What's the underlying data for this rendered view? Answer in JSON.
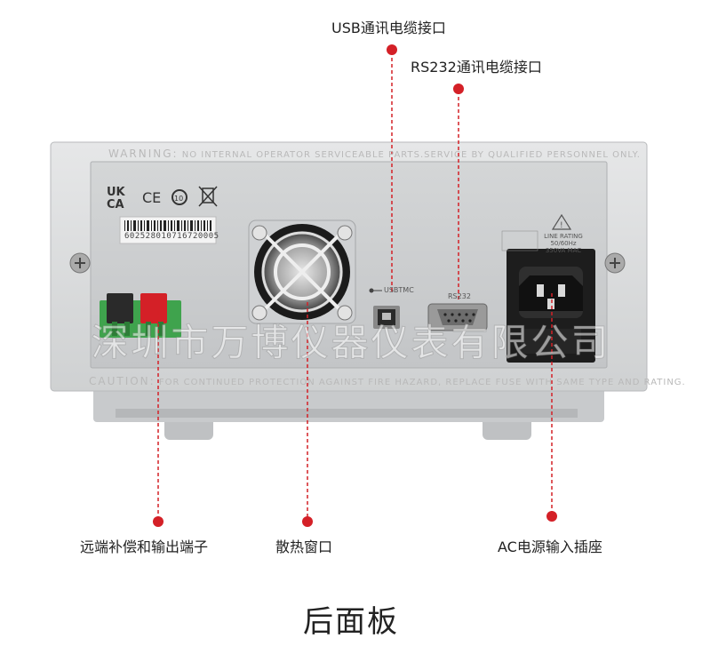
{
  "callouts": {
    "usb": "USB通讯电缆接口",
    "rs232": "RS232通讯电缆接口",
    "remote_sense": "远端补偿和输出端子",
    "vent": "散热窗口",
    "ac_inlet": "AC电源输入插座"
  },
  "title": "后面板",
  "watermark": "深圳市万博仪器仪表有限公司",
  "device": {
    "warning_prefix": "WARNING:",
    "warning_text": "NO INTERNAL OPERATOR SERVICEABLE PARTS.SERVICE BY QUALIFIED PERSONNEL ONLY.",
    "caution_prefix": "CAUTION:",
    "caution_text": "FOR CONTINUED PROTECTION AGAINST FIRE HAZARD, REPLACE FUSE WITH SAME TYPE AND RATING.",
    "barcode": "602528010716720005",
    "usb_label": "USBTMC",
    "rs232_label": "RS232",
    "line_rating_1": "LINE RATING",
    "line_rating_2": "50/60Hz",
    "line_rating_3": "350VA MAC"
  },
  "colors": {
    "accent": "#d42027",
    "chassis": "#d8dadb",
    "panel": "#c9cbcd",
    "terminal_green": "#3fa34d"
  }
}
